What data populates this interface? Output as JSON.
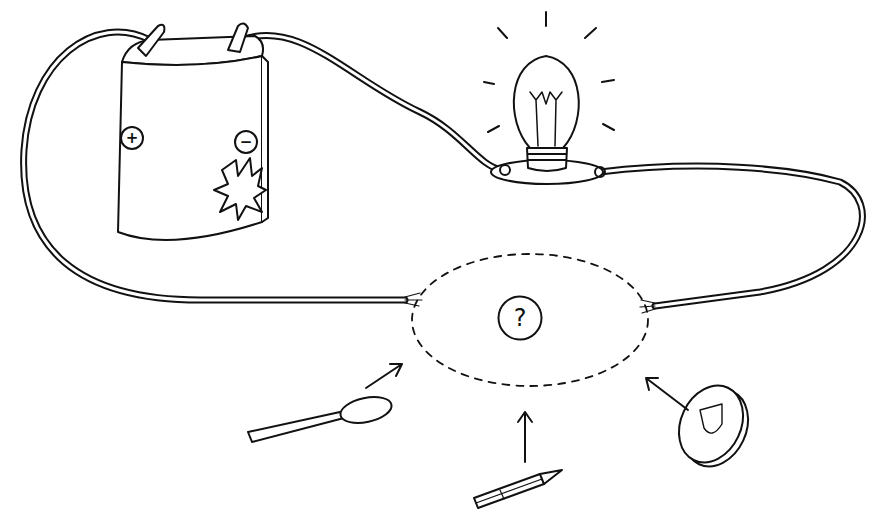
{
  "diagram": {
    "nodes": [
      {
        "text": [
          "?"
        ]
      }
    ],
    "labels": [
      "+",
      "−"
    ]
  }
}
